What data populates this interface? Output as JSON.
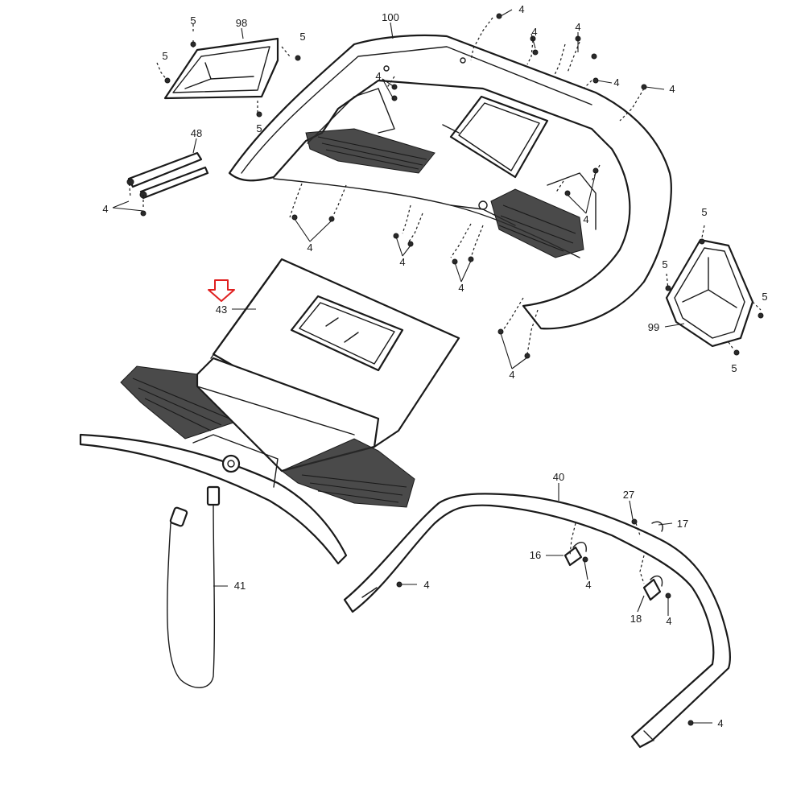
{
  "highlight": {
    "part": "43",
    "color": "#e02020"
  },
  "labels": [
    {
      "id": "98",
      "text": "98"
    },
    {
      "id": "100",
      "text": "100"
    },
    {
      "id": "48",
      "text": "48"
    },
    {
      "id": "43",
      "text": "43"
    },
    {
      "id": "99",
      "text": "99"
    },
    {
      "id": "40",
      "text": "40"
    },
    {
      "id": "41",
      "text": "41"
    },
    {
      "id": "27",
      "text": "27"
    },
    {
      "id": "17",
      "text": "17"
    },
    {
      "id": "16",
      "text": "16"
    },
    {
      "id": "18",
      "text": "18"
    },
    {
      "id": "4",
      "text": "4"
    },
    {
      "id": "5",
      "text": "5"
    }
  ]
}
